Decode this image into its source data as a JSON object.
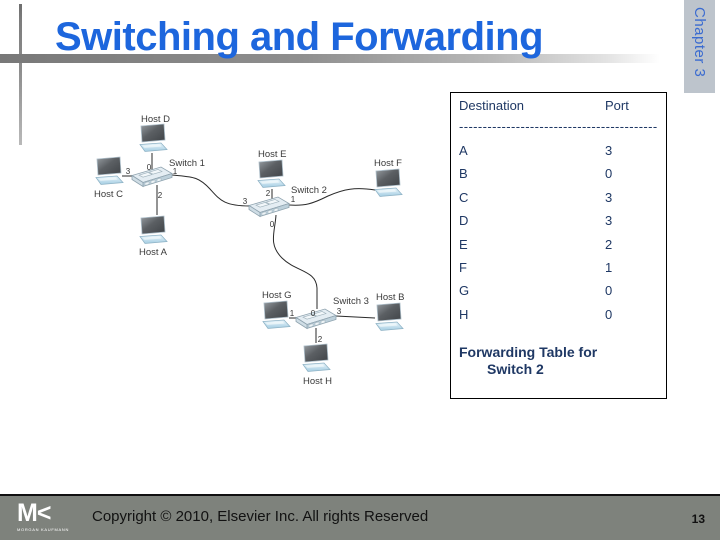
{
  "slide": {
    "title": "Switching and Forwarding",
    "chapter_tab": "Chapter 3",
    "page_number": "13"
  },
  "footer": {
    "logo_mark": "M<",
    "logo_caption": "MORGAN KAUFMANN",
    "copyright": "Copyright © 2010, Elsevier Inc. All rights Reserved"
  },
  "forwarding_table": {
    "columns": {
      "destination": "Destination",
      "port": "Port"
    },
    "divider": "--------------------------------------------",
    "rows": [
      {
        "destination": "A",
        "port": "3"
      },
      {
        "destination": "B",
        "port": "0"
      },
      {
        "destination": "C",
        "port": "3"
      },
      {
        "destination": "D",
        "port": "3"
      },
      {
        "destination": "E",
        "port": "2"
      },
      {
        "destination": "F",
        "port": "1"
      },
      {
        "destination": "G",
        "port": "0"
      },
      {
        "destination": "H",
        "port": "0"
      }
    ],
    "caption_line1": "Forwarding Table for",
    "caption_line2": "Switch 2"
  },
  "diagram": {
    "hosts": [
      {
        "label": "Host D"
      },
      {
        "label": "Host C"
      },
      {
        "label": "Host A"
      },
      {
        "label": "Host E"
      },
      {
        "label": "Host F"
      },
      {
        "label": "Host G"
      },
      {
        "label": "Host B"
      },
      {
        "label": "Host H"
      }
    ],
    "switches": [
      {
        "label": "Switch 1",
        "ports": [
          "0",
          "3",
          "1",
          "2"
        ]
      },
      {
        "label": "Switch 2",
        "ports": [
          "2",
          "3",
          "1",
          "0"
        ]
      },
      {
        "label": "Switch 3",
        "ports": [
          "0",
          "1",
          "3",
          "2"
        ]
      }
    ]
  },
  "colors": {
    "title_blue": "#1d66dd",
    "table_navy": "#1f3864",
    "tab_background": "#bdc4cc",
    "tab_text": "#3a6bd0",
    "footer_gray": "#7e827c"
  }
}
